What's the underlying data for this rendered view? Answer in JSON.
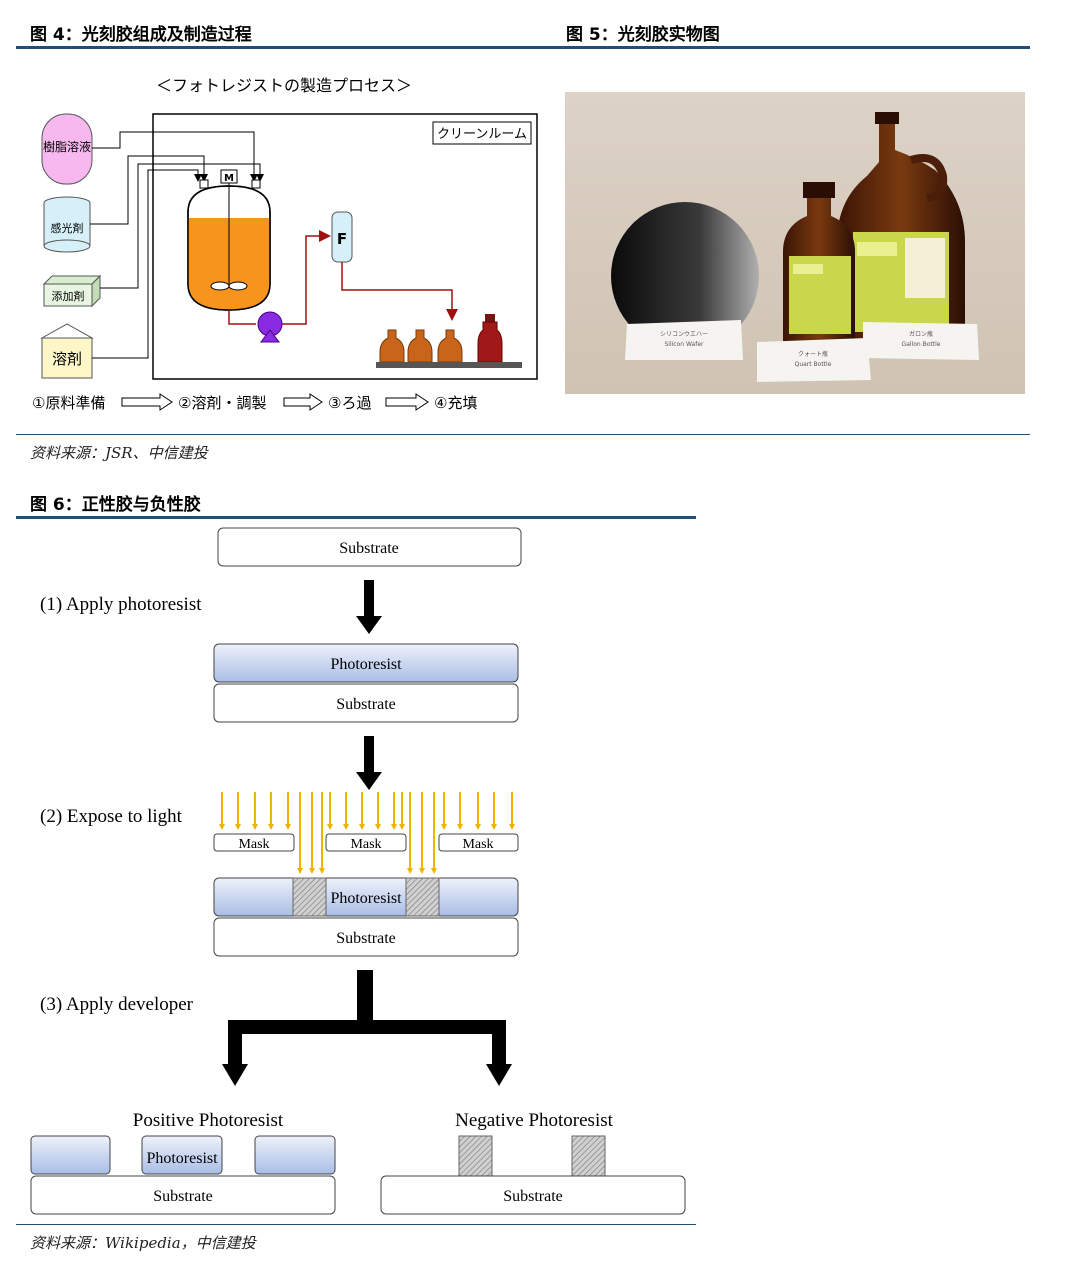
{
  "fig4": {
    "title": "图 4：光刻胶组成及制造过程",
    "diagram_title": "＜フォトレジストの製造プロセス＞",
    "clean_room": "クリーンルーム",
    "inputs": [
      "樹脂溶液",
      "感光剤",
      "添加剤",
      "溶剤"
    ],
    "filter_label": "F",
    "motor_label": "M",
    "steps": [
      "①原料準備",
      "②溶剤・調製",
      "③ろ過",
      "④充填"
    ]
  },
  "fig5": {
    "title": "图 5：光刻胶实物图",
    "card_wafer": [
      "シリコンウエハー",
      "Silicon Wafer"
    ],
    "card_quart": [
      "クォート瓶",
      "Quart Bottle"
    ],
    "card_gallon": [
      "ガロン瓶",
      "Gallon Bottle"
    ]
  },
  "source1": "资料来源：JSR、中信建投",
  "fig6": {
    "title": "图 6：正性胶与负性胶",
    "substrate": "Substrate",
    "photoresist": "Photoresist",
    "mask": "Mask",
    "step1": "(1) Apply photoresist",
    "step2": "(2) Expose to light",
    "step3": "(3) Apply developer",
    "positive": "Positive Photoresist",
    "negative": "Negative Photoresist"
  },
  "source2": "资料来源：Wikipedia，中信建投",
  "colors": {
    "rule": "#1f4e79",
    "light_arrow": "#f0b400",
    "resist_blue": "#a9bde6",
    "tank_orange": "#f7941d"
  }
}
